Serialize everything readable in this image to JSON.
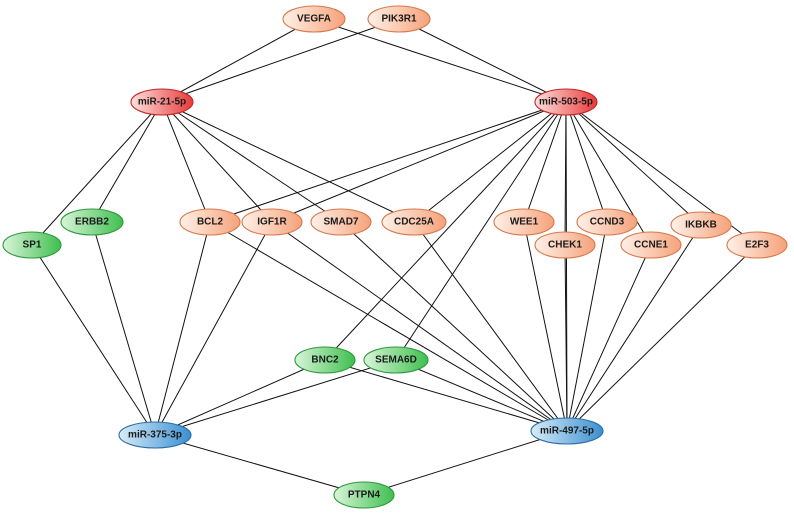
{
  "colors": {
    "mirna_up": {
      "fill_light": "#fde0dc",
      "fill_dark": "#e83a3a",
      "stroke": "#c0282a"
    },
    "mirna_down": {
      "fill_light": "#d8ecf8",
      "fill_dark": "#3b8fd0",
      "stroke": "#2a6fa8"
    },
    "gene_up": {
      "fill_light": "#fff1e8",
      "fill_dark": "#f5a27a",
      "stroke": "#d9784a"
    },
    "gene_down": {
      "fill_light": "#d9f5d9",
      "fill_dark": "#3fbf4f",
      "stroke": "#2e9a3c"
    }
  },
  "nodes": [
    {
      "id": "VEGFA",
      "label": "VEGFA",
      "group": "gene_up"
    },
    {
      "id": "PIK3R1",
      "label": "PIK3R1",
      "group": "gene_up"
    },
    {
      "id": "miR-21-5p",
      "label": "miR-21-5p",
      "group": "mirna_up"
    },
    {
      "id": "miR-503-5p",
      "label": "miR-503-5p",
      "group": "mirna_up"
    },
    {
      "id": "SP1",
      "label": "SP1",
      "group": "gene_down"
    },
    {
      "id": "ERBB2",
      "label": "ERBB2",
      "group": "gene_down"
    },
    {
      "id": "BCL2",
      "label": "BCL2",
      "group": "gene_up"
    },
    {
      "id": "IGF1R",
      "label": "IGF1R",
      "group": "gene_up"
    },
    {
      "id": "SMAD7",
      "label": "SMAD7",
      "group": "gene_up"
    },
    {
      "id": "CDC25A",
      "label": "CDC25A",
      "group": "gene_up"
    },
    {
      "id": "WEE1",
      "label": "WEE1",
      "group": "gene_up"
    },
    {
      "id": "CHEK1",
      "label": "CHEK1",
      "group": "gene_up"
    },
    {
      "id": "CCND3",
      "label": "CCND3",
      "group": "gene_up"
    },
    {
      "id": "CCNE1",
      "label": "CCNE1",
      "group": "gene_up"
    },
    {
      "id": "IKBKB",
      "label": "IKBKB",
      "group": "gene_up"
    },
    {
      "id": "E2F3",
      "label": "E2F3",
      "group": "gene_up"
    },
    {
      "id": "BNC2",
      "label": "BNC2",
      "group": "gene_down"
    },
    {
      "id": "SEMA6D",
      "label": "SEMA6D",
      "group": "gene_down"
    },
    {
      "id": "miR-375-3p",
      "label": "miR-375-3p",
      "group": "mirna_down"
    },
    {
      "id": "miR-497-5p",
      "label": "miR-497-5p",
      "group": "mirna_down"
    },
    {
      "id": "PTPN4",
      "label": "PTPN4",
      "group": "gene_down"
    }
  ],
  "edges": [
    [
      "VEGFA",
      "miR-21-5p"
    ],
    [
      "VEGFA",
      "miR-503-5p"
    ],
    [
      "PIK3R1",
      "miR-21-5p"
    ],
    [
      "PIK3R1",
      "miR-503-5p"
    ],
    [
      "miR-21-5p",
      "SP1"
    ],
    [
      "miR-21-5p",
      "ERBB2"
    ],
    [
      "miR-21-5p",
      "BCL2"
    ],
    [
      "miR-21-5p",
      "IGF1R"
    ],
    [
      "miR-21-5p",
      "SMAD7"
    ],
    [
      "miR-21-5p",
      "CDC25A"
    ],
    [
      "miR-503-5p",
      "BCL2"
    ],
    [
      "miR-503-5p",
      "IGF1R"
    ],
    [
      "miR-503-5p",
      "CDC25A"
    ],
    [
      "miR-503-5p",
      "WEE1"
    ],
    [
      "miR-503-5p",
      "CHEK1"
    ],
    [
      "miR-503-5p",
      "CCND3"
    ],
    [
      "miR-503-5p",
      "CCNE1"
    ],
    [
      "miR-503-5p",
      "IKBKB"
    ],
    [
      "miR-503-5p",
      "E2F3"
    ],
    [
      "miR-503-5p",
      "BNC2"
    ],
    [
      "miR-503-5p",
      "SEMA6D"
    ],
    [
      "miR-503-5p",
      "miR-497-5p"
    ],
    [
      "SP1",
      "miR-375-3p"
    ],
    [
      "ERBB2",
      "miR-375-3p"
    ],
    [
      "BCL2",
      "miR-375-3p"
    ],
    [
      "IGF1R",
      "miR-375-3p"
    ],
    [
      "BNC2",
      "miR-375-3p"
    ],
    [
      "SEMA6D",
      "miR-375-3p"
    ],
    [
      "miR-375-3p",
      "PTPN4"
    ],
    [
      "BCL2",
      "miR-497-5p"
    ],
    [
      "IGF1R",
      "miR-497-5p"
    ],
    [
      "SMAD7",
      "miR-497-5p"
    ],
    [
      "CDC25A",
      "miR-497-5p"
    ],
    [
      "WEE1",
      "miR-497-5p"
    ],
    [
      "CHEK1",
      "miR-497-5p"
    ],
    [
      "CCND3",
      "miR-497-5p"
    ],
    [
      "CCNE1",
      "miR-497-5p"
    ],
    [
      "IKBKB",
      "miR-497-5p"
    ],
    [
      "E2F3",
      "miR-497-5p"
    ],
    [
      "BNC2",
      "miR-497-5p"
    ],
    [
      "SEMA6D",
      "miR-497-5p"
    ],
    [
      "miR-497-5p",
      "PTPN4"
    ]
  ]
}
